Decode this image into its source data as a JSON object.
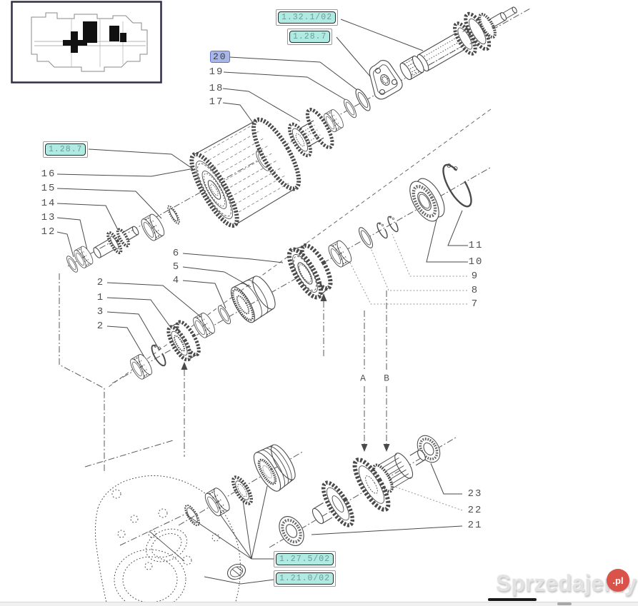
{
  "ref_labels": {
    "shaft_top": "1.32.1/02",
    "yoke_top": "1.28.7",
    "drum_left": "1.28.7",
    "cluster_bottom": "1.27.5/02",
    "housing_bottom": "1.21.0/02"
  },
  "selected_callout": "20",
  "callouts": {
    "upper_left": [
      "19",
      "18",
      "17"
    ],
    "left": [
      "16",
      "15",
      "14",
      "13",
      "12"
    ],
    "mid_right": [
      "6",
      "5",
      "4"
    ],
    "mid_left": [
      "2",
      "1",
      "3",
      "2"
    ],
    "right": [
      "11",
      "10",
      "9",
      "8",
      "7"
    ],
    "bottom_right": [
      "23",
      "22",
      "21"
    ]
  },
  "section_letters": [
    "A",
    "B"
  ],
  "watermark": {
    "brand": "Sprzedajemy",
    "tld": ".pl"
  },
  "colors": {
    "ref_label_fill": "#b0ebe3",
    "selected_fill": "#a9b6e8",
    "selected_border": "#5f71c4",
    "line_art": "#4a4a4a",
    "watermark_red": "#d9534a"
  }
}
